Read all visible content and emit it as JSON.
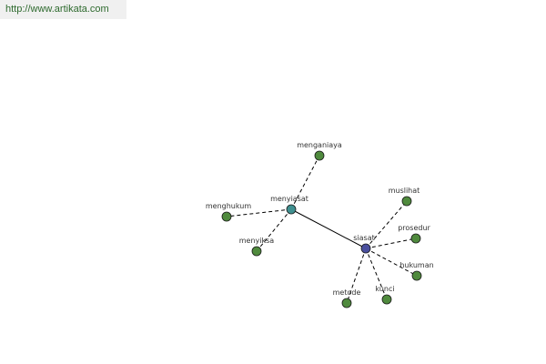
{
  "source": {
    "url_text": "http://www.artikata.com",
    "color": "#2e6a2e",
    "background": "#f0f0f0"
  },
  "graph": {
    "colors": {
      "leaf": "#4f8a3d",
      "hub_primary": "#4a4f9e",
      "hub_secondary": "#3f9090",
      "edge": "#000000",
      "label": "#333333"
    },
    "nodes": [
      {
        "id": "siasat",
        "label": "siasat",
        "kind": "hub_primary"
      },
      {
        "id": "menyiasat",
        "label": "menyiasat",
        "kind": "hub_secondary"
      },
      {
        "id": "menganiaya",
        "label": "menganiaya",
        "kind": "leaf"
      },
      {
        "id": "menghukum",
        "label": "menghukum",
        "kind": "leaf"
      },
      {
        "id": "menyiksa",
        "label": "menyiksa",
        "kind": "leaf"
      },
      {
        "id": "muslihat",
        "label": "muslihat",
        "kind": "leaf"
      },
      {
        "id": "prosedur",
        "label": "prosedur",
        "kind": "leaf"
      },
      {
        "id": "hukuman",
        "label": "hukuman",
        "kind": "leaf"
      },
      {
        "id": "kunci",
        "label": "kunci",
        "kind": "leaf"
      },
      {
        "id": "metode",
        "label": "metode",
        "kind": "leaf"
      }
    ],
    "edges": [
      {
        "from": "menyiasat",
        "to": "siasat",
        "style": "solid"
      },
      {
        "from": "menyiasat",
        "to": "menganiaya",
        "style": "dashed"
      },
      {
        "from": "menyiasat",
        "to": "menghukum",
        "style": "dashed"
      },
      {
        "from": "menyiasat",
        "to": "menyiksa",
        "style": "dashed"
      },
      {
        "from": "siasat",
        "to": "muslihat",
        "style": "dashed"
      },
      {
        "from": "siasat",
        "to": "prosedur",
        "style": "dashed"
      },
      {
        "from": "siasat",
        "to": "hukuman",
        "style": "dashed"
      },
      {
        "from": "siasat",
        "to": "kunci",
        "style": "dashed"
      },
      {
        "from": "siasat",
        "to": "metode",
        "style": "dashed"
      }
    ]
  }
}
